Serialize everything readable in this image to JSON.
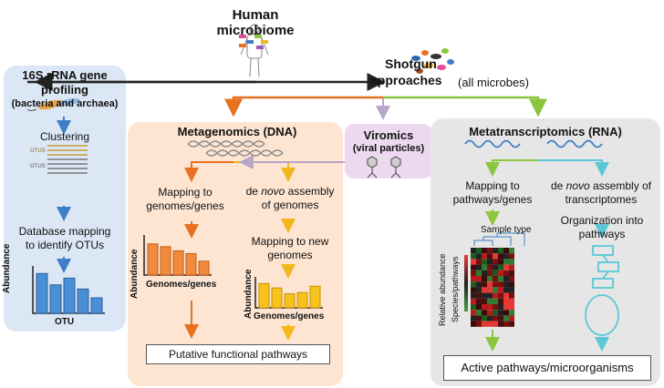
{
  "top": {
    "title": "Human microbiome",
    "shotgun_line1": "Shotgun",
    "shotgun_line2": "approaches",
    "all_microbes": "(all microbes)"
  },
  "rrna": {
    "title_line1": "16S rRNA gene",
    "title_line2": "profiling",
    "subtitle": "(bacteria and archaea)",
    "clustering": "Clustering",
    "otus_label": "OTUS",
    "db_line1": "Database mapping",
    "db_line2": "to identify OTUs",
    "y_label": "Abundance",
    "x_label": "OTU",
    "bar_values": [
      0.95,
      0.68,
      0.84,
      0.58,
      0.37
    ]
  },
  "metagenomics": {
    "title": "Metagenomics (DNA)",
    "left_line1": "Mapping to",
    "left_line2": "genomes/genes",
    "right_line1a": "de ",
    "right_line1b": "novo",
    "right_line1c": " assembly",
    "right_line2": "of genomes",
    "map_new_line1": "Mapping to new",
    "map_new_line2": "genomes",
    "y_label": "Abundance",
    "x_label": "Genomes/genes",
    "left_bars": [
      0.9,
      0.82,
      0.7,
      0.62,
      0.4
    ],
    "right_bars": [
      0.95,
      0.78,
      0.55,
      0.6,
      0.85
    ],
    "footer": "Putative functional pathways"
  },
  "viromics": {
    "title": "Viromics",
    "subtitle": "(viral particles)"
  },
  "metatranscriptomics": {
    "title": "Metatranscriptomics (RNA)",
    "left_line1": "Mapping to",
    "left_line2": "pathways/genes",
    "right_line1a": "de ",
    "right_line1b": "novo",
    "right_line1c": " assembly of",
    "right_line2": "transcriptomes",
    "org_line1": "Organization into",
    "org_line2": "pathways",
    "sample_type": "Sample type",
    "rel_abundance": "Relative abundance",
    "species_pathways": "Species/pathways",
    "footer": "Active pathways/microorganisms"
  },
  "colors": {
    "blue_panel": "#dce7f5",
    "orange_panel": "#fde5d2",
    "purple_panel": "#ecd9ef",
    "gray_panel": "#e6e6e6",
    "blue": "#3f7ec7",
    "orange": "#e8711e",
    "yellow": "#f2b71c",
    "green": "#8cc63f",
    "teal": "#5bc8d7",
    "lavender": "#b8a6c9"
  }
}
